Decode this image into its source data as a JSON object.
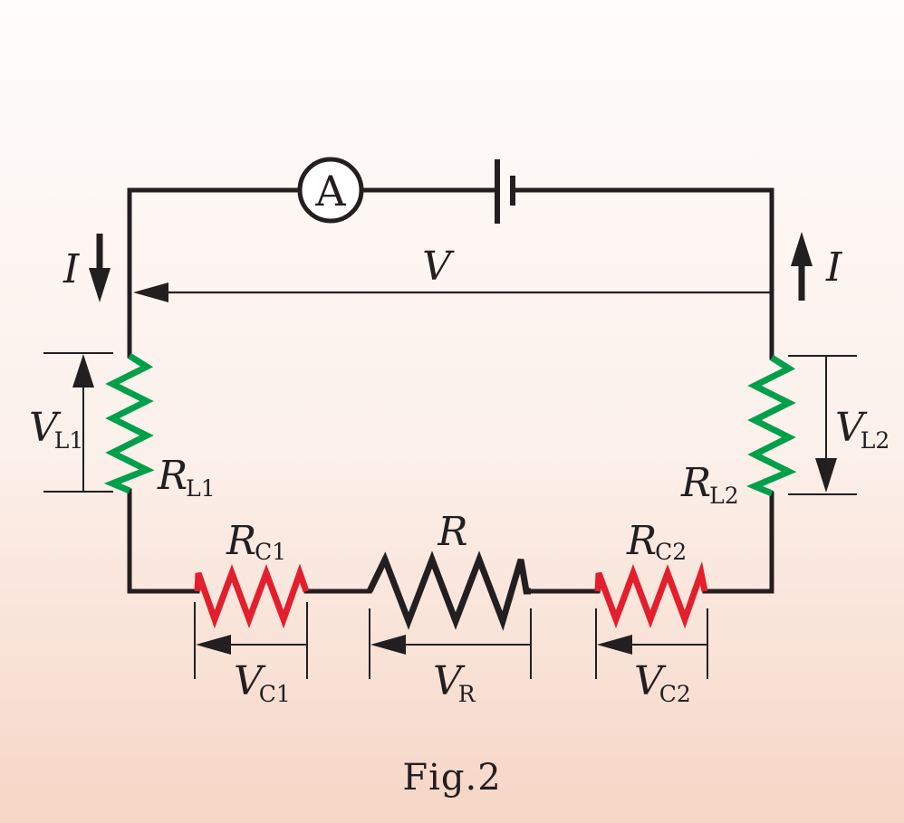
{
  "figure": {
    "caption": "Fig.2"
  },
  "labels": {
    "current_left": "I",
    "current_right": "I",
    "voltage_total": "V",
    "ammeter": "A",
    "v_l1": {
      "main": "V",
      "sub": "L1"
    },
    "v_l2": {
      "main": "V",
      "sub": "L2"
    },
    "r_l1": {
      "main": "R",
      "sub": "L1"
    },
    "r_l2": {
      "main": "R",
      "sub": "L2"
    },
    "r_c1": {
      "main": "R",
      "sub": "C1"
    },
    "r_c2": {
      "main": "R",
      "sub": "C2"
    },
    "r": "R",
    "v_c1": {
      "main": "V",
      "sub": "C1"
    },
    "v_r": {
      "main": "V",
      "sub": "R"
    },
    "v_c2": {
      "main": "V",
      "sub": "C2"
    }
  },
  "colors": {
    "wire": "#231f20",
    "lead_resistor": "#00a04b",
    "contact_resistor": "#e31e2d",
    "main_resistor": "#231f20"
  }
}
